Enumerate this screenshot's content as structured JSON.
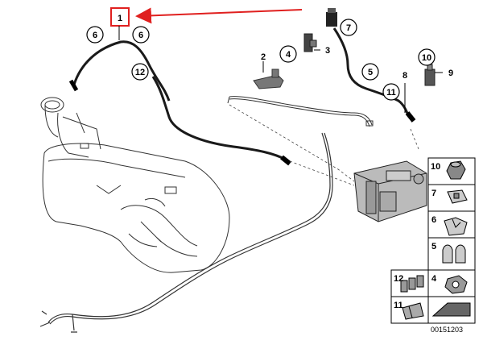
{
  "callouts": {
    "c1": "1",
    "c2": "2",
    "c3": "3",
    "c4": "4",
    "c5": "5",
    "c6a": "6",
    "c6b": "6",
    "c7": "7",
    "c8": "8",
    "c9": "9",
    "c10": "10",
    "c11": "11",
    "c12": "12"
  },
  "legend": {
    "l10": "10",
    "l7": "7",
    "l6": "6",
    "l5": "5",
    "l12": "12",
    "l4": "4",
    "l11": "11"
  },
  "diagram_number": "00151203",
  "colors": {
    "highlight": "#e0201f",
    "line": "#000000",
    "hose": "#1a1a1a"
  }
}
